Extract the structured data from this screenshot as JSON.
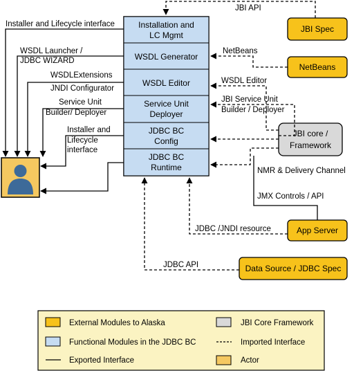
{
  "colors": {
    "functional_module": "#c6dcf2",
    "external_module": "#f7c21b",
    "jbi_core": "#d9d9d9",
    "actor_bg": "#f5c860",
    "actor_figure": "#3d6a99",
    "legend_bg": "#fbf3c2"
  },
  "modules": [
    {
      "line1": "Installation and",
      "line2": "LC Mgmt"
    },
    {
      "line1": "WSDL Generator",
      "line2": ""
    },
    {
      "line1": "WSDL Editor",
      "line2": ""
    },
    {
      "line1": "Service Unit",
      "line2": "Deployer"
    },
    {
      "line1": "JDBC BC",
      "line2": "Config"
    },
    {
      "line1": "JDBC BC",
      "line2": "Runtime"
    }
  ],
  "external": {
    "jbi_spec": "JBI Spec",
    "netbeans": "NetBeans",
    "jbi_core_line1": "JBI core /",
    "jbi_core_line2": "Framework",
    "app_server": "App Server",
    "data_source": "Data Source / JDBC Spec"
  },
  "exported_labels": {
    "installer_lifecycle": "Installer and Lifecycle interface",
    "wsdl_launcher_line1": "WSDL Launcher /",
    "wsdl_launcher_line2": "JDBC WIZARD",
    "wsdl_ext_line1": "WSDLExtensions",
    "wsdl_ext_line2": "JNDI Configurator",
    "su_builder_line1": "Service Unit",
    "su_builder_line2": "Builder/ Deployer",
    "installer2_line1": "Installer and",
    "installer2_line2": "Lifecycle",
    "installer2_line3": "interface"
  },
  "imported_labels": {
    "jbi_api": "JBI API",
    "netbeans": "NetBeans",
    "wsdl_editor": "WSDL Editor",
    "jbi_su_line1": "JBI Service Unit",
    "jbi_su_line2": "Builder / Deployer",
    "nmr": "NMR & Delivery Channel",
    "jmx": "JMX Controls / API",
    "jdbc_jndi": "JDBC /JNDI resource",
    "jdbc_api": "JDBC API"
  },
  "legend": {
    "external_modules": "External Modules to Alaska",
    "jbi_core_framework": "JBI Core Framework",
    "functional_modules": "Functional Modules in the JDBC BC",
    "imported_interface": "Imported Interface",
    "exported_interface": "Exported Interface",
    "actor": "Actor"
  }
}
